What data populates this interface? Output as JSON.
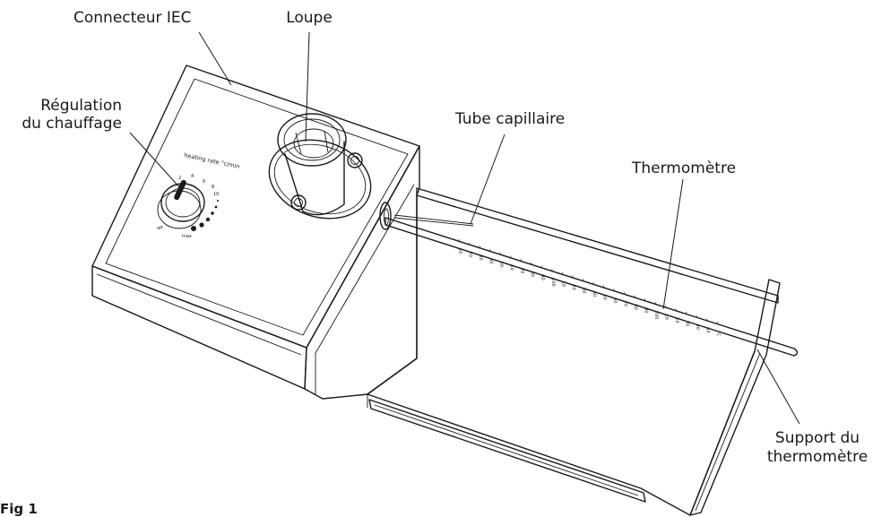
{
  "labels": {
    "iec_connector": "Connecteur IEC",
    "magnifier": "Loupe",
    "heating_control_line1": "Régulation",
    "heating_control_line2": "du chauffage",
    "capillary_tube": "Tube capillaire",
    "thermometer": "Thermomètre",
    "thermometer_support_line1": "Support du",
    "thermometer_support_line2": "thermomètre"
  },
  "dial": {
    "caption": "heating rate °c/min",
    "ticks": [
      "2",
      "4",
      "6",
      "8",
      "10"
    ],
    "off_label": "off",
    "max_label": "max"
  },
  "thermometer_scale": [
    "10",
    "20",
    "30",
    "40",
    "50",
    "60",
    "70",
    "80",
    "90",
    "100",
    "10",
    "20",
    "30",
    "40",
    "50",
    "60",
    "70",
    "80",
    "90",
    "200",
    "10",
    "20",
    "30",
    "40",
    "50",
    "°C"
  ],
  "figure_label": "Fig 1"
}
